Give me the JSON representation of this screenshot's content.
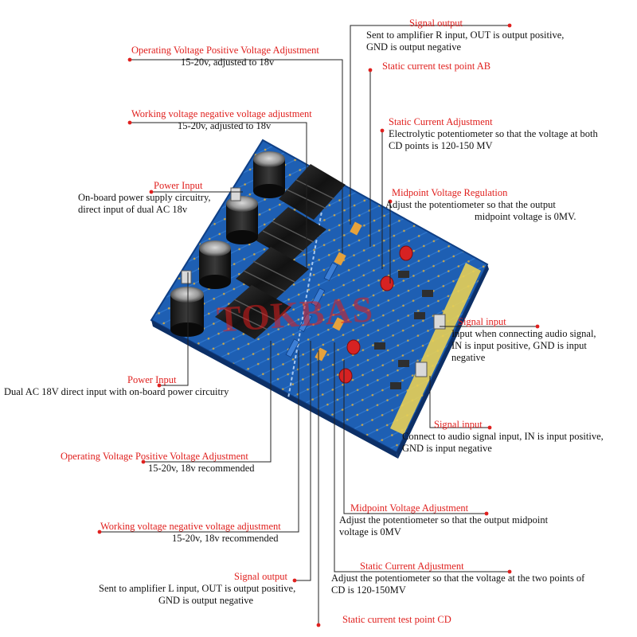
{
  "watermark": "TOKBAS",
  "colors": {
    "title": "#e0201e",
    "text": "#111111",
    "line": "#222222",
    "dot": "#e0201e",
    "pcb": "#1e5fb3"
  },
  "labels": {
    "signal_output_r": {
      "title": "Signal output",
      "desc": [
        "Sent to amplifier R input, OUT is output positive,",
        "GND is output negative"
      ]
    },
    "pos_voltage_top": {
      "title": "Operating Voltage Positive Voltage Adjustment",
      "desc": [
        "15-20v, adjusted to 18v"
      ]
    },
    "static_test_ab": {
      "title": "Static current test point AB",
      "desc": []
    },
    "neg_voltage_top": {
      "title": "Working voltage negative voltage adjustment",
      "desc": [
        "15-20v, adjusted to 18v"
      ]
    },
    "static_adj_top": {
      "title": "Static Current Adjustment",
      "desc": [
        "Electrolytic potentiometer so that the voltage at both",
        "CD points is 120-150 MV"
      ]
    },
    "power_input_top": {
      "title": "Power Input",
      "desc": [
        "On-board power supply circuitry,",
        "direct input of dual AC 18v"
      ]
    },
    "midpoint_reg": {
      "title": "Midpoint Voltage Regulation",
      "desc": [
        "Adjust the potentiometer so that the output",
        "midpoint voltage is 0MV."
      ]
    },
    "signal_input_top": {
      "title": "Signal input",
      "desc": [
        "Input when connecting audio signal,",
        "IN is input positive, GND is input",
        "negative"
      ]
    },
    "power_input_bot": {
      "title": "Power Input",
      "desc": [
        "Dual AC 18V direct input with on-board power circuitry"
      ]
    },
    "signal_input_bot": {
      "title": "Signal input",
      "desc": [
        "Connect to audio signal input, IN is input positive,",
        "GND is input negative"
      ]
    },
    "pos_voltage_bot": {
      "title": "Operating Voltage Positive Voltage Adjustment",
      "desc": [
        "15-20v, 18v recommended"
      ]
    },
    "midpoint_adj_bot": {
      "title": "Midpoint Voltage Adjustment",
      "desc": [
        "Adjust the potentiometer so that the output midpoint",
        "voltage is 0MV"
      ]
    },
    "neg_voltage_bot": {
      "title": "Working voltage negative voltage adjustment",
      "desc": [
        "15-20v, 18v recommended"
      ]
    },
    "signal_output_l": {
      "title": "Signal output",
      "desc": [
        "Sent to amplifier L input, OUT is output positive,",
        "GND is output negative"
      ]
    },
    "static_adj_bot": {
      "title": "Static Current Adjustment",
      "desc": [
        "Adjust the potentiometer so that the voltage at the two points of",
        "CD is 120-150MV"
      ]
    },
    "static_test_cd": {
      "title": "Static current test point CD",
      "desc": []
    }
  }
}
